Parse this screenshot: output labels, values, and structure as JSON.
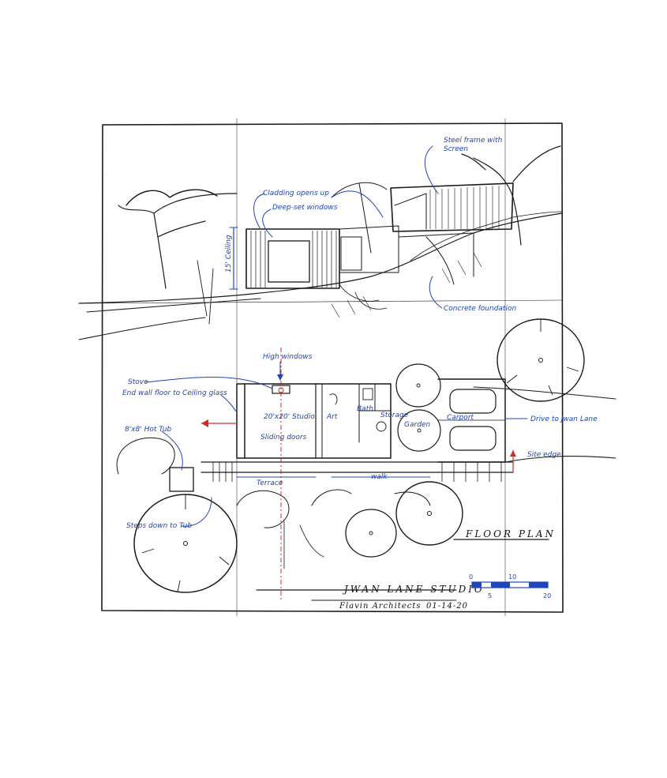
{
  "notes": {
    "steel_frame": "Steel frame with",
    "steel_frame_2": "Screen",
    "cladding": "Cladding opens up",
    "deep_set": "Deep-set windows",
    "ceiling": "15' Ceiling",
    "concrete": "Concrete foundation",
    "high_windows": "High windows",
    "stove": "Stove",
    "end_wall": "End wall floor to Ceiling glass",
    "studio": "20'x20' Studio",
    "sliding": "Sliding doors",
    "art": "Art",
    "bath": "Bath",
    "storage": "Storage",
    "garden": "Garden",
    "carport": "Carport",
    "drive": "Drive to Jwan Lane",
    "hot_tub": "8'x8' Hot Tub",
    "site_edge": "Site edge",
    "terrace": "Terrace",
    "walk": "walk",
    "steps": "Steps down to Tub"
  },
  "title_block": {
    "floor_plan": "FLOOR PLAN",
    "project": "JWAN LANE STUDIO",
    "architect": "Flavin Architects",
    "date": "01-14-20"
  },
  "scale_bar": {
    "tick_0": "0",
    "tick_5": "5",
    "tick_10": "10",
    "tick_20": "20"
  },
  "colors": {
    "ink": "#1a1a1a",
    "annotation": "#1f45b8",
    "axis": "#d12a2a"
  }
}
